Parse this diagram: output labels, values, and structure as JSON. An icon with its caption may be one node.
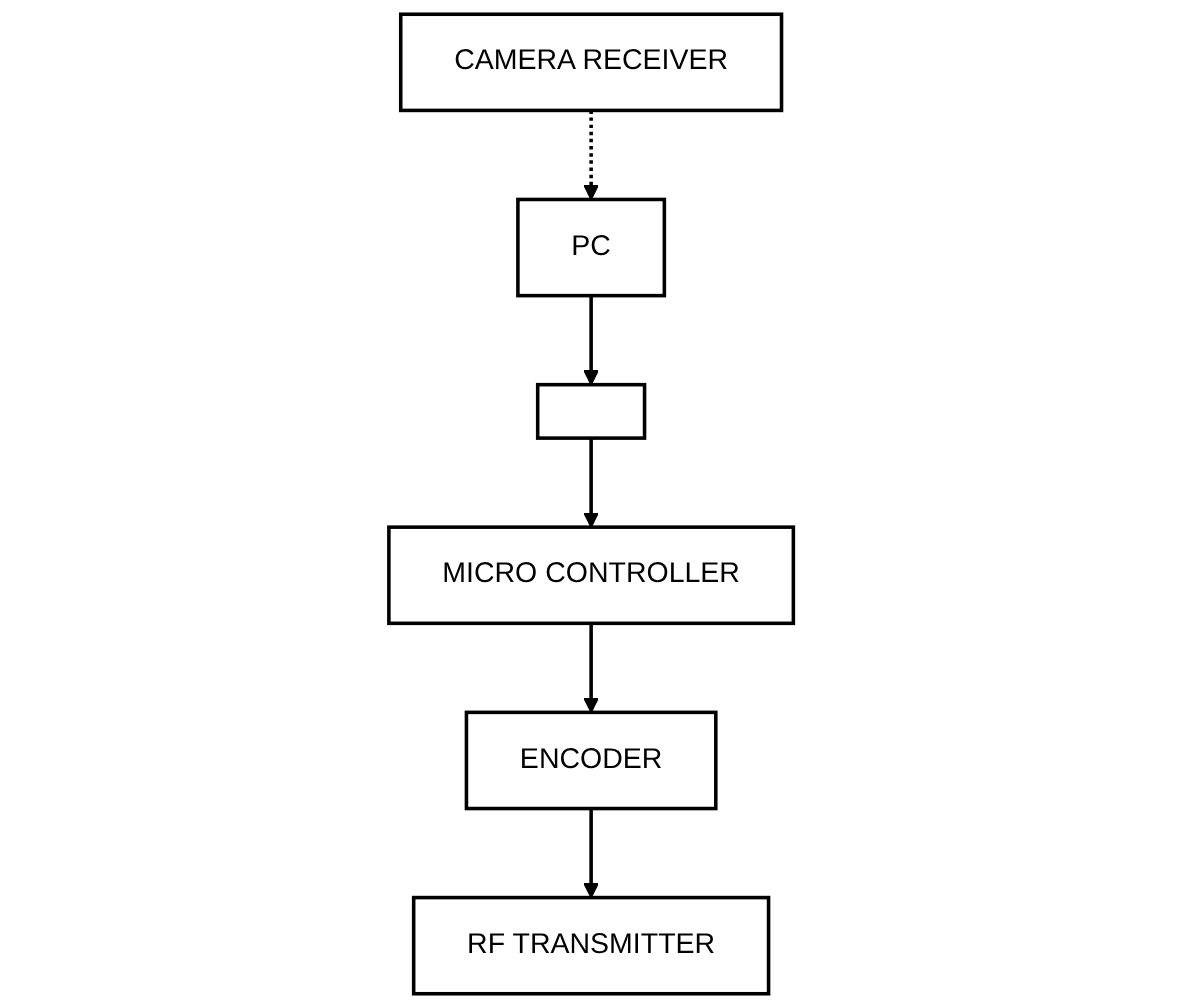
{
  "diagram": {
    "nodes": [
      {
        "text": [
          "CAMERA RECEIVER"
        ]
      },
      {
        "text": [
          "PC"
        ]
      },
      {
        "text": [],
        "shape": "box"
      },
      {
        "text": [
          "MICRO CONTROLLER"
        ]
      },
      {
        "text": [
          "ENCODER"
        ]
      },
      {
        "text": [
          "RF TRANSMITTER"
        ]
      }
    ],
    "edges": [
      {
        "from": 0,
        "to": 1,
        "arrow": "to",
        "style": "dashed"
      },
      {
        "from": 1,
        "to": 2,
        "arrow": "to"
      },
      {
        "from": 2,
        "to": 3,
        "arrow": "to"
      },
      {
        "from": 3,
        "to": 4,
        "arrow": "to"
      },
      {
        "from": 4,
        "to": 5,
        "arrow": "to"
      }
    ]
  }
}
